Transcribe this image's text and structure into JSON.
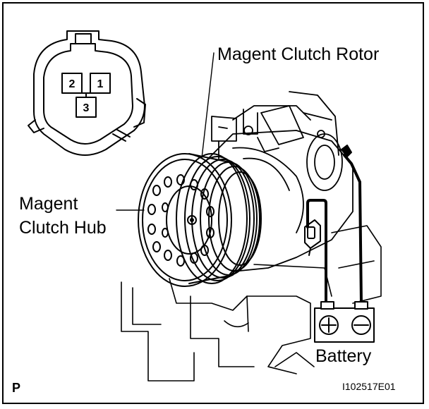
{
  "labels": {
    "rotor": "Magent Clutch Rotor",
    "hub_line1": "Magent",
    "hub_line2": "Clutch Hub",
    "battery": "Battery",
    "page_letter": "P",
    "figure_code": "I102517E01"
  },
  "connector": {
    "pins": [
      "2",
      "1",
      "3"
    ]
  },
  "battery_terminals": {
    "positive_icon": "plus-icon",
    "negative_icon": "minus-icon"
  },
  "colors": {
    "line": "#000000",
    "background": "#ffffff"
  }
}
